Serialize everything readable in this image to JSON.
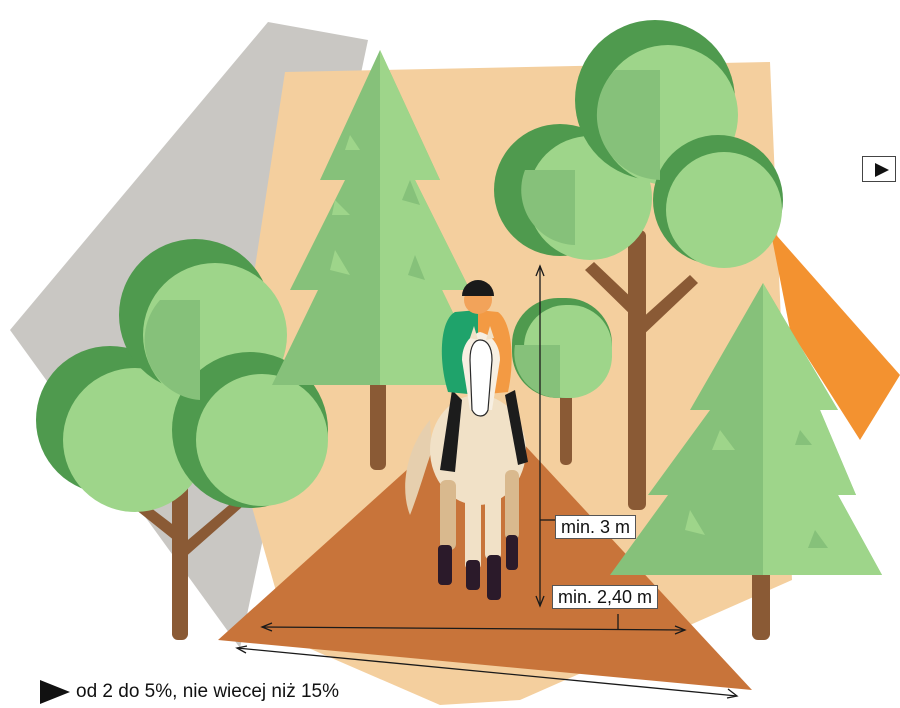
{
  "labels": {
    "height": "min. 3 m",
    "width": "min. 2,40 m",
    "slope_note": "od 2 do 5%, nie wiecej niż 15%"
  },
  "icons": {
    "slope": "triangle-right-icon",
    "corner_badge": "triangle-right-icon"
  },
  "colors": {
    "trail": "#c8743a",
    "sand": "#f4cf9e",
    "gray": "#c9c7c3",
    "orange": "#f39230",
    "leaf_light": "#9ed58a",
    "leaf_mid": "#86c17a",
    "leaf_dark": "#4f9a4e",
    "trunk": "#8a5a35",
    "rider_green": "#1fa36b",
    "rider_orange": "#f39a43",
    "horse": "#f1e1c7"
  }
}
